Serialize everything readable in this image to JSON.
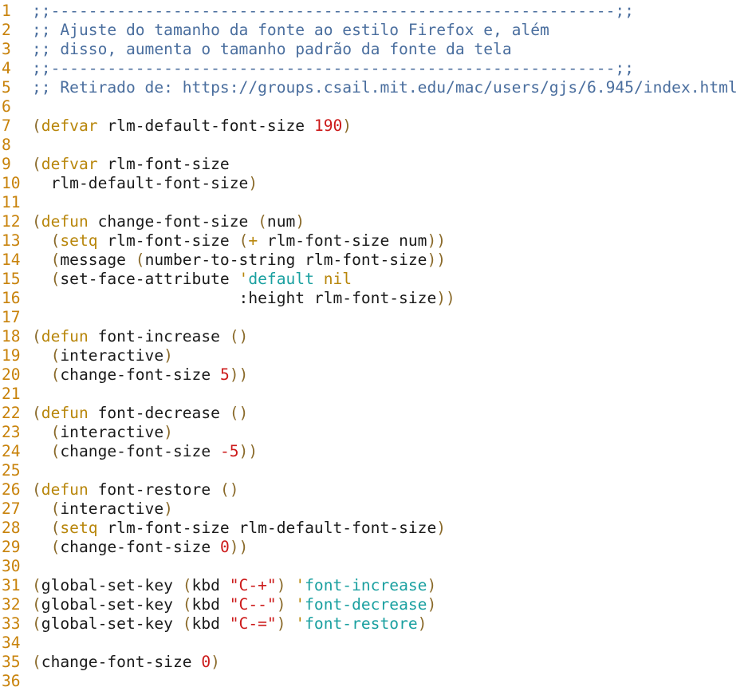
{
  "editor": {
    "colors": {
      "line_number": "#c8820a",
      "comment": "#4a6e9e",
      "keyword": "#b8860b",
      "number": "#cc1a1a",
      "symbol": "#1aa0a0",
      "paren": "#8a6a2a",
      "text": "#1a1a1a",
      "background": "#ffffff"
    },
    "lines": [
      {
        "n": "1",
        "tokens": [
          {
            "t": ";;------------------------------------------------------------;;",
            "c": "comment"
          }
        ]
      },
      {
        "n": "2",
        "tokens": [
          {
            "t": ";; Ajuste do tamanho da fonte ao estilo Firefox e, além",
            "c": "comment"
          }
        ]
      },
      {
        "n": "3",
        "tokens": [
          {
            "t": ";; disso, aumenta o tamanho padrão da fonte da tela",
            "c": "comment"
          }
        ]
      },
      {
        "n": "4",
        "tokens": [
          {
            "t": ";;------------------------------------------------------------;;",
            "c": "comment"
          }
        ]
      },
      {
        "n": "5",
        "tokens": [
          {
            "t": ";; Retirado de: https://groups.csail.mit.edu/mac/users/gjs/6.945/index.html",
            "c": "comment"
          }
        ]
      },
      {
        "n": "6",
        "tokens": []
      },
      {
        "n": "7",
        "tokens": [
          {
            "t": "(",
            "c": "paren"
          },
          {
            "t": "defvar",
            "c": "keyword"
          },
          {
            "t": " rlm-default-font-size ",
            "c": "text"
          },
          {
            "t": "190",
            "c": "number"
          },
          {
            "t": ")",
            "c": "paren"
          }
        ]
      },
      {
        "n": "8",
        "tokens": []
      },
      {
        "n": "9",
        "tokens": [
          {
            "t": "(",
            "c": "paren"
          },
          {
            "t": "defvar",
            "c": "keyword"
          },
          {
            "t": " rlm-font-size",
            "c": "text"
          }
        ]
      },
      {
        "n": "10",
        "tokens": [
          {
            "t": "  rlm-default-font-size",
            "c": "text"
          },
          {
            "t": ")",
            "c": "paren"
          }
        ]
      },
      {
        "n": "11",
        "tokens": []
      },
      {
        "n": "12",
        "tokens": [
          {
            "t": "(",
            "c": "paren"
          },
          {
            "t": "defun",
            "c": "keyword"
          },
          {
            "t": " change-font-size ",
            "c": "text"
          },
          {
            "t": "(",
            "c": "paren"
          },
          {
            "t": "num",
            "c": "text"
          },
          {
            "t": ")",
            "c": "paren"
          }
        ]
      },
      {
        "n": "13",
        "tokens": [
          {
            "t": "  ",
            "c": "text"
          },
          {
            "t": "(",
            "c": "paren"
          },
          {
            "t": "setq",
            "c": "keyword"
          },
          {
            "t": " rlm-font-size ",
            "c": "text"
          },
          {
            "t": "(",
            "c": "paren"
          },
          {
            "t": "+",
            "c": "keyword"
          },
          {
            "t": " rlm-font-size num",
            "c": "text"
          },
          {
            "t": "))",
            "c": "paren"
          }
        ]
      },
      {
        "n": "14",
        "tokens": [
          {
            "t": "  ",
            "c": "text"
          },
          {
            "t": "(",
            "c": "paren"
          },
          {
            "t": "message ",
            "c": "text"
          },
          {
            "t": "(",
            "c": "paren"
          },
          {
            "t": "number-to-string rlm-font-size",
            "c": "text"
          },
          {
            "t": "))",
            "c": "paren"
          }
        ]
      },
      {
        "n": "15",
        "tokens": [
          {
            "t": "  ",
            "c": "text"
          },
          {
            "t": "(",
            "c": "paren"
          },
          {
            "t": "set-face-attribute ",
            "c": "text"
          },
          {
            "t": "'",
            "c": "keyword"
          },
          {
            "t": "default",
            "c": "symbol"
          },
          {
            "t": " ",
            "c": "text"
          },
          {
            "t": "nil",
            "c": "keyword"
          }
        ]
      },
      {
        "n": "16",
        "tokens": [
          {
            "t": "                      :height rlm-font-size",
            "c": "text"
          },
          {
            "t": "))",
            "c": "paren"
          }
        ]
      },
      {
        "n": "17",
        "tokens": []
      },
      {
        "n": "18",
        "tokens": [
          {
            "t": "(",
            "c": "paren"
          },
          {
            "t": "defun",
            "c": "keyword"
          },
          {
            "t": " font-increase ",
            "c": "text"
          },
          {
            "t": "()",
            "c": "paren"
          }
        ]
      },
      {
        "n": "19",
        "tokens": [
          {
            "t": "  ",
            "c": "text"
          },
          {
            "t": "(",
            "c": "paren"
          },
          {
            "t": "interactive",
            "c": "text"
          },
          {
            "t": ")",
            "c": "paren"
          }
        ]
      },
      {
        "n": "20",
        "tokens": [
          {
            "t": "  ",
            "c": "text"
          },
          {
            "t": "(",
            "c": "paren"
          },
          {
            "t": "change-font-size ",
            "c": "text"
          },
          {
            "t": "5",
            "c": "number"
          },
          {
            "t": "))",
            "c": "paren"
          }
        ]
      },
      {
        "n": "21",
        "tokens": []
      },
      {
        "n": "22",
        "tokens": [
          {
            "t": "(",
            "c": "paren"
          },
          {
            "t": "defun",
            "c": "keyword"
          },
          {
            "t": " font-decrease ",
            "c": "text"
          },
          {
            "t": "()",
            "c": "paren"
          }
        ]
      },
      {
        "n": "23",
        "tokens": [
          {
            "t": "  ",
            "c": "text"
          },
          {
            "t": "(",
            "c": "paren"
          },
          {
            "t": "interactive",
            "c": "text"
          },
          {
            "t": ")",
            "c": "paren"
          }
        ]
      },
      {
        "n": "24",
        "tokens": [
          {
            "t": "  ",
            "c": "text"
          },
          {
            "t": "(",
            "c": "paren"
          },
          {
            "t": "change-font-size ",
            "c": "text"
          },
          {
            "t": "-5",
            "c": "number"
          },
          {
            "t": "))",
            "c": "paren"
          }
        ]
      },
      {
        "n": "25",
        "tokens": []
      },
      {
        "n": "26",
        "tokens": [
          {
            "t": "(",
            "c": "paren"
          },
          {
            "t": "defun",
            "c": "keyword"
          },
          {
            "t": " font-restore ",
            "c": "text"
          },
          {
            "t": "()",
            "c": "paren"
          }
        ]
      },
      {
        "n": "27",
        "tokens": [
          {
            "t": "  ",
            "c": "text"
          },
          {
            "t": "(",
            "c": "paren"
          },
          {
            "t": "interactive",
            "c": "text"
          },
          {
            "t": ")",
            "c": "paren"
          }
        ]
      },
      {
        "n": "28",
        "tokens": [
          {
            "t": "  ",
            "c": "text"
          },
          {
            "t": "(",
            "c": "paren"
          },
          {
            "t": "setq",
            "c": "keyword"
          },
          {
            "t": " rlm-font-size rlm-default-font-size",
            "c": "text"
          },
          {
            "t": ")",
            "c": "paren"
          }
        ]
      },
      {
        "n": "29",
        "tokens": [
          {
            "t": "  ",
            "c": "text"
          },
          {
            "t": "(",
            "c": "paren"
          },
          {
            "t": "change-font-size ",
            "c": "text"
          },
          {
            "t": "0",
            "c": "number"
          },
          {
            "t": "))",
            "c": "paren"
          }
        ]
      },
      {
        "n": "30",
        "tokens": []
      },
      {
        "n": "31",
        "tokens": [
          {
            "t": "(",
            "c": "paren"
          },
          {
            "t": "global-set-key ",
            "c": "text"
          },
          {
            "t": "(",
            "c": "paren"
          },
          {
            "t": "kbd ",
            "c": "text"
          },
          {
            "t": "\"C-+\"",
            "c": "string"
          },
          {
            "t": ")",
            "c": "paren"
          },
          {
            "t": " ",
            "c": "text"
          },
          {
            "t": "'",
            "c": "keyword"
          },
          {
            "t": "font-increase",
            "c": "symbol"
          },
          {
            "t": ")",
            "c": "paren"
          }
        ]
      },
      {
        "n": "32",
        "tokens": [
          {
            "t": "(",
            "c": "paren"
          },
          {
            "t": "global-set-key ",
            "c": "text"
          },
          {
            "t": "(",
            "c": "paren"
          },
          {
            "t": "kbd ",
            "c": "text"
          },
          {
            "t": "\"C--\"",
            "c": "string"
          },
          {
            "t": ")",
            "c": "paren"
          },
          {
            "t": " ",
            "c": "text"
          },
          {
            "t": "'",
            "c": "keyword"
          },
          {
            "t": "font-decrease",
            "c": "symbol"
          },
          {
            "t": ")",
            "c": "paren"
          }
        ]
      },
      {
        "n": "33",
        "tokens": [
          {
            "t": "(",
            "c": "paren"
          },
          {
            "t": "global-set-key ",
            "c": "text"
          },
          {
            "t": "(",
            "c": "paren"
          },
          {
            "t": "kbd ",
            "c": "text"
          },
          {
            "t": "\"C-=\"",
            "c": "string"
          },
          {
            "t": ")",
            "c": "paren"
          },
          {
            "t": " ",
            "c": "text"
          },
          {
            "t": "'",
            "c": "keyword"
          },
          {
            "t": "font-restore",
            "c": "symbol"
          },
          {
            "t": ")",
            "c": "paren"
          }
        ]
      },
      {
        "n": "34",
        "tokens": []
      },
      {
        "n": "35",
        "tokens": [
          {
            "t": "(",
            "c": "paren"
          },
          {
            "t": "change-font-size ",
            "c": "text"
          },
          {
            "t": "0",
            "c": "number"
          },
          {
            "t": ")",
            "c": "paren"
          }
        ]
      },
      {
        "n": "36",
        "tokens": []
      }
    ]
  }
}
